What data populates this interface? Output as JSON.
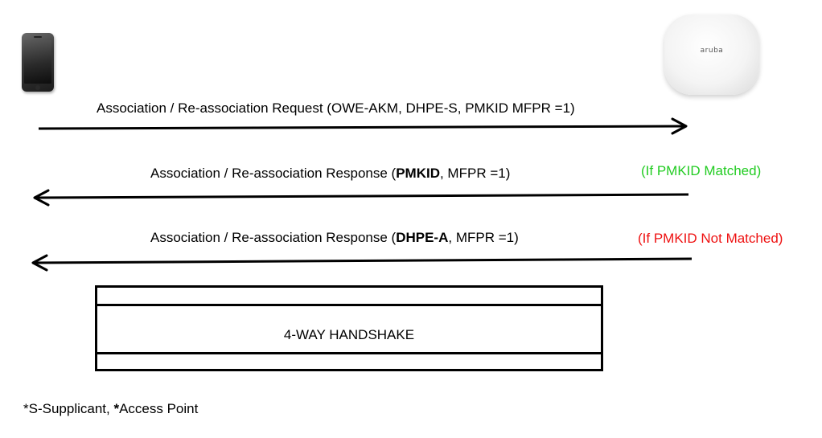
{
  "devices": {
    "client_icon": "smartphone-icon",
    "ap_icon": "access-point-icon",
    "ap_logo": "aruba"
  },
  "messages": {
    "request": {
      "text": "Association / Re-association Request (OWE-AKM, DHPE-S, PMKID MFPR =1)"
    },
    "response_pmkid": {
      "prefix": "Association / Re-association Response (",
      "bold": "PMKID",
      "suffix": ", MFPR =1)",
      "condition": "(If PMKID Matched)",
      "condition_color": "#22cc22"
    },
    "response_dhpe": {
      "prefix": "Association / Re-association Response (",
      "bold": "DHPE-A",
      "suffix": ", MFPR =1)",
      "condition": "(If PMKID Not Matched)",
      "condition_color": "#ee1111"
    }
  },
  "handshake": {
    "label": "4-WAY HANDSHAKE"
  },
  "footnote": {
    "prefix": "*S-Supplicant, ",
    "bold": "*",
    "suffix": "Access Point"
  }
}
